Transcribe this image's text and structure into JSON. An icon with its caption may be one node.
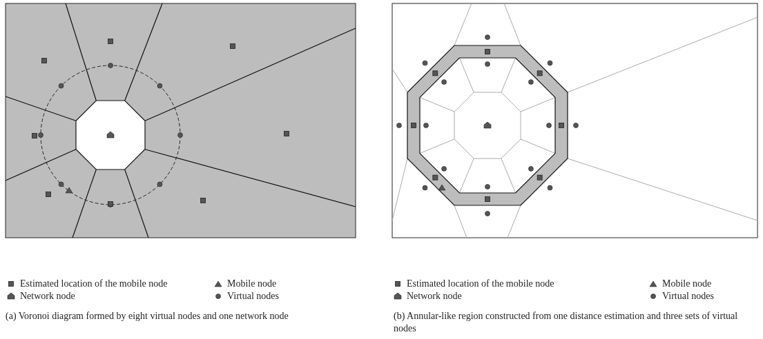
{
  "diagram": {
    "labels": [
      "(a) Voronoi diagram formed by eight virtual nodes and one network node",
      "(b) Annular-like region constructed from one distance estimation and three sets of virtual nodes"
    ],
    "legend": [
      {
        "text": "Estimated location of the mobile node"
      },
      {
        "text": "Mobile node"
      },
      {
        "text": "Network node"
      },
      {
        "text": "Virtual nodes"
      },
      {
        "text": "Estimated location of the mobile node"
      },
      {
        "text": "Mobile node"
      },
      {
        "text": "Network node"
      },
      {
        "text": "Virtual nodes"
      }
    ]
  }
}
